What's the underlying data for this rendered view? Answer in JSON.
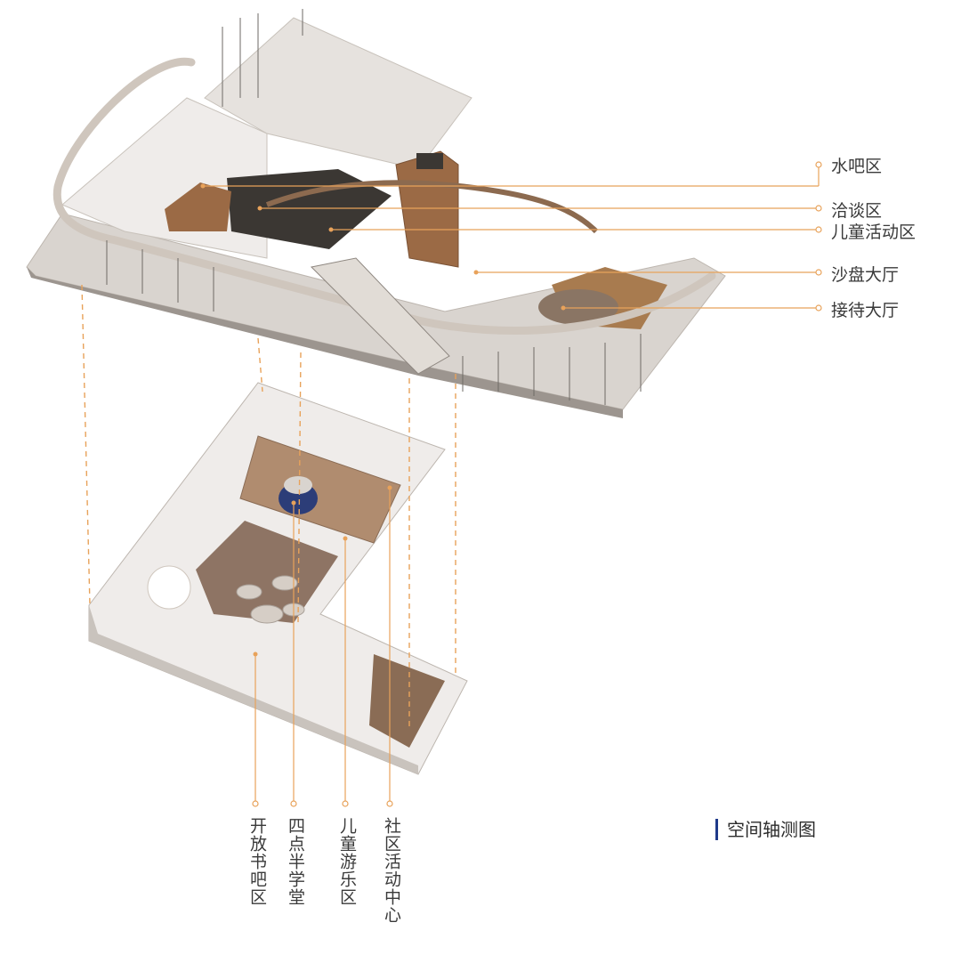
{
  "caption": "空间轴测图",
  "colors": {
    "leader": "#e8a25a",
    "accent_bar": "#1f3a8a",
    "slab": "#d9d4cf",
    "wall": "#efecea",
    "wood": "#9b6a45",
    "dark": "#3b3733",
    "pipe": "#cfc6bd",
    "glass": "#6e6a66"
  },
  "upper_floor": {
    "labels": [
      "水吧区",
      "洽谈区",
      "儿童活动区",
      "沙盘大厅",
      "接待大厅"
    ]
  },
  "lower_floor": {
    "labels": [
      "开放书吧区",
      "四点半学堂",
      "儿童游乐区",
      "社区活动中心"
    ]
  }
}
